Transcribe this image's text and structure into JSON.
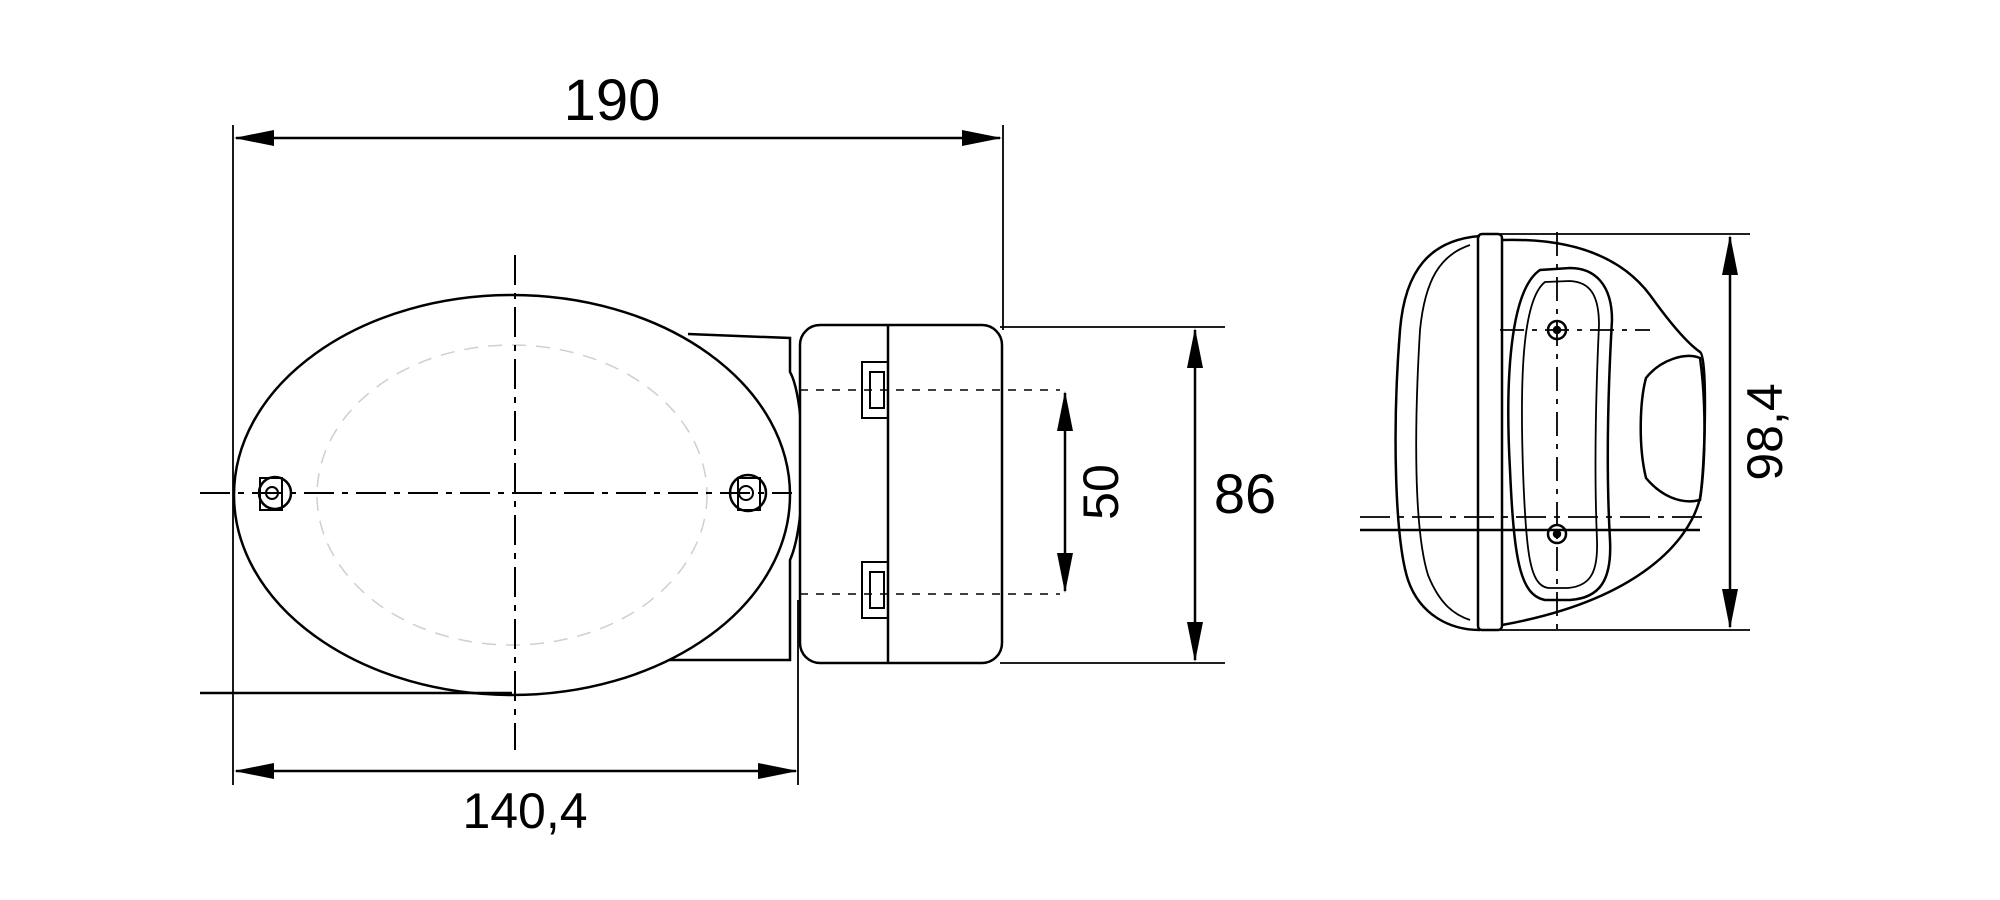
{
  "dimensions": {
    "overall_length": "190",
    "oval_length": "140,4",
    "bracket_spacing": "50",
    "bracket_height": "86",
    "side_height": "98,4"
  },
  "colors": {
    "line": "#000000",
    "background": "#ffffff"
  }
}
